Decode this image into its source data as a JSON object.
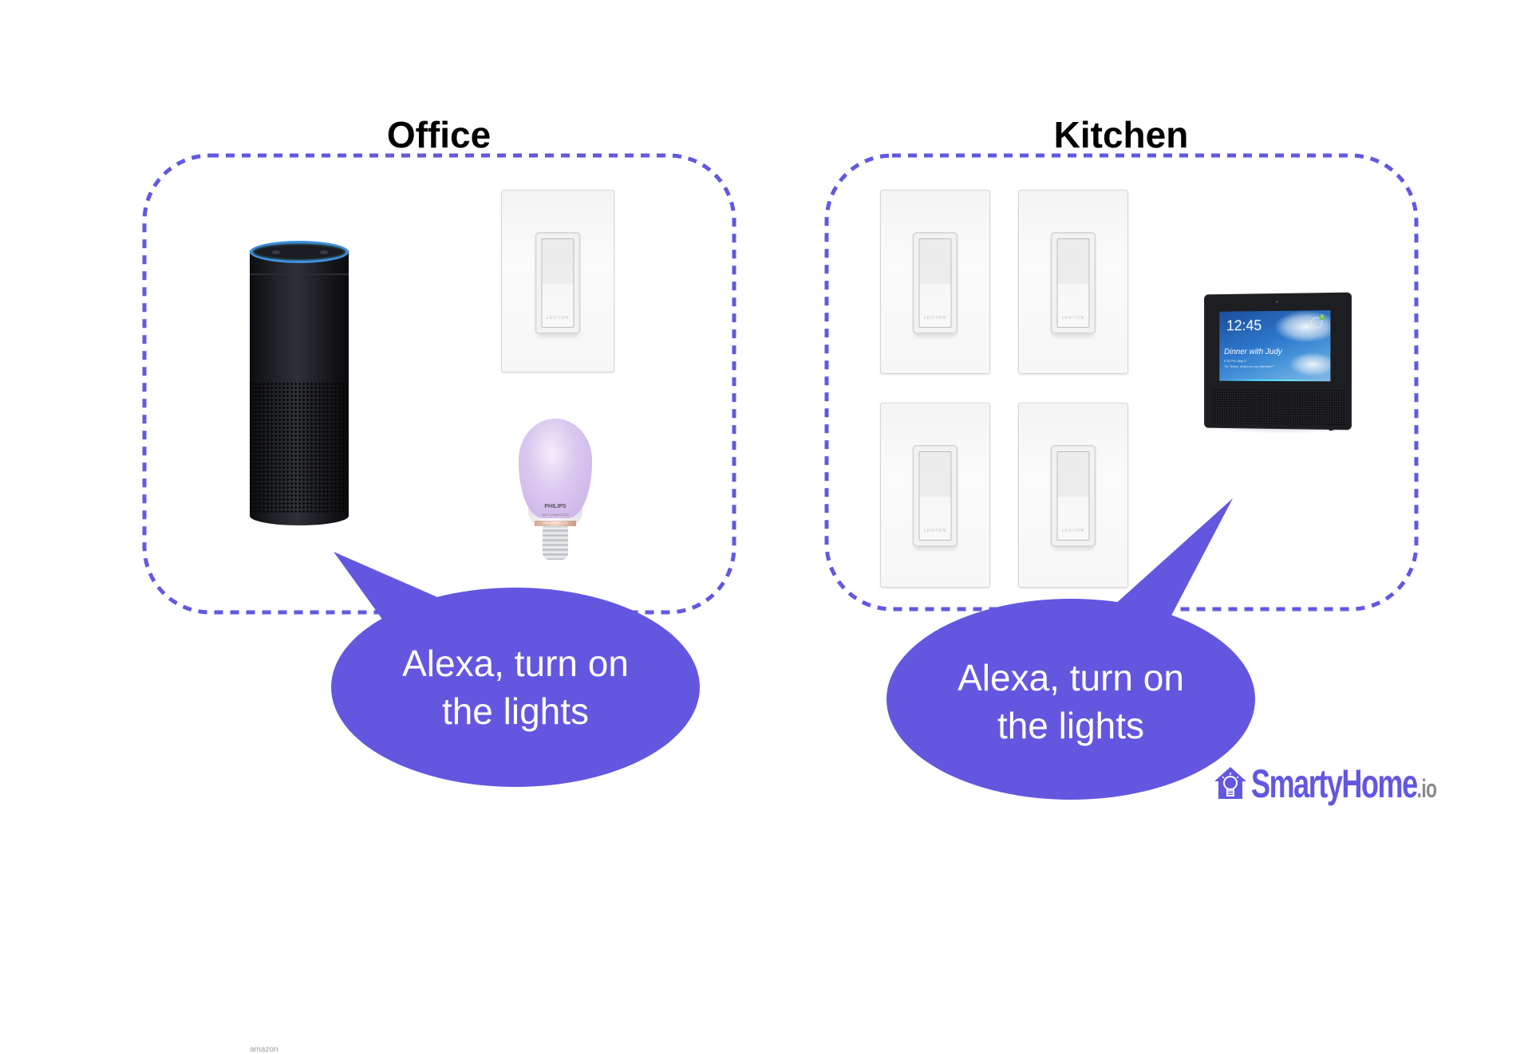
{
  "colors": {
    "accent": "#6357E0",
    "dash": "#6258E0",
    "logo_tld": "#8A8A8A",
    "background": "#FFFFFF"
  },
  "rooms": [
    {
      "title": "Office",
      "devices": [
        {
          "type": "smart-speaker",
          "label": "amazon"
        },
        {
          "type": "wall-switch",
          "label": "LEVITON"
        },
        {
          "type": "smart-bulb",
          "brand": "PHILIPS",
          "sub": "WiZ CONNECTED",
          "band": "Full Color WiFi LED"
        }
      ],
      "bubble": {
        "line1": "Alexa, turn on",
        "line2": "the lights"
      }
    },
    {
      "title": "Kitchen",
      "devices": [
        {
          "type": "wall-switch",
          "label": "LEVITON"
        },
        {
          "type": "wall-switch",
          "label": "LEVITON"
        },
        {
          "type": "wall-switch",
          "label": "LEVITON"
        },
        {
          "type": "wall-switch",
          "label": "LEVITON"
        },
        {
          "type": "smart-display",
          "screen": {
            "time": "12:45",
            "event": "Dinner with Judy",
            "when": "6:30 PM, May 9",
            "hint": "Try \"Alexa, what's on my calendar?\"",
            "badge": "3"
          }
        }
      ],
      "bubble": {
        "line1": "Alexa, turn on",
        "line2": "the lights"
      }
    }
  ],
  "logo": {
    "name": "SmartyHome",
    "tld": ".io",
    "icon": "smart-home-bulb-icon"
  }
}
